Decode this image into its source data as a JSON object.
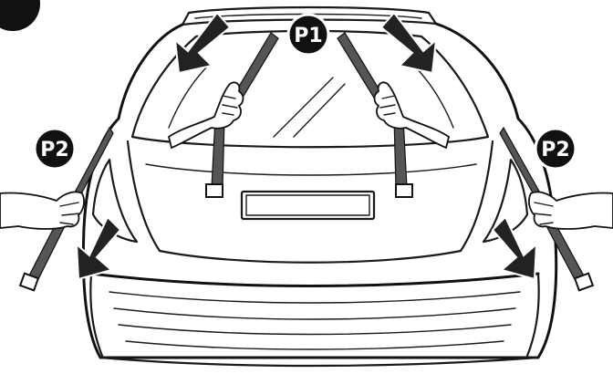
{
  "labels": {
    "top_center": "P1",
    "left": "P2",
    "right": "P2"
  },
  "colors": {
    "badge": "#111111",
    "arrow": "#222222",
    "strap": "#555555",
    "line": "#1a1a1a",
    "background": "#ffffff"
  },
  "icons": {
    "arrows": "pull-arrow-icon",
    "hands": "hand-icon",
    "step_badge": "step-number-badge"
  }
}
